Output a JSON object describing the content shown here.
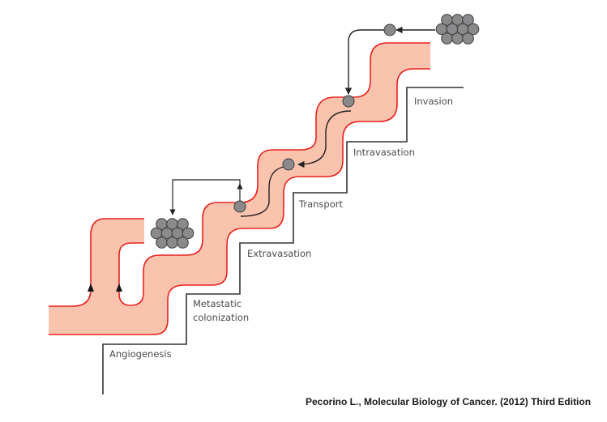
{
  "figure": {
    "title": "Metastatic cascade",
    "stages": [
      {
        "id": "invasion",
        "label": "Invasion"
      },
      {
        "id": "intravasation",
        "label": "Intravasation"
      },
      {
        "id": "transport",
        "label": "Transport"
      },
      {
        "id": "extravasation",
        "label": "Extravasation"
      },
      {
        "id": "metastatic-colonization",
        "label_lines": [
          "Metastatic",
          "colonization"
        ]
      },
      {
        "id": "angiogenesis",
        "label": "Angiogenesis"
      }
    ],
    "tumor_clusters": [
      {
        "id": "primary-tumor",
        "cell_rows": [
          3,
          4,
          3
        ]
      },
      {
        "id": "secondary-tumor",
        "cell_rows": [
          3,
          4,
          3
        ]
      }
    ],
    "colors": {
      "vessel_fill": "#f9c3ad",
      "vessel_outline": "#e8231f",
      "cell_fill": "#8a8a8d",
      "cell_outline": "#3a3a3a",
      "staircase": "#333333",
      "arrow": "#222222"
    }
  },
  "citation": "Pecorino L., Molecular Biology of Cancer. (2012) Third Edition"
}
